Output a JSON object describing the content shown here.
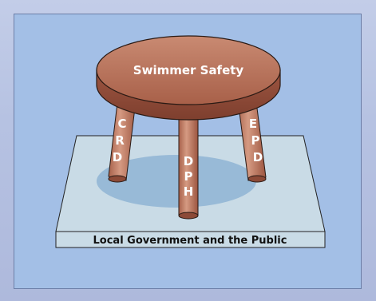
{
  "diagram": {
    "seat_label": "Swimmer Safety",
    "legs": {
      "left": [
        "C",
        "R",
        "D"
      ],
      "center": [
        "D",
        "P",
        "H"
      ],
      "right": [
        "E",
        "P",
        "D"
      ]
    },
    "base_label": "Local Government and the Public"
  },
  "colors": {
    "background_outer": "#b9c5e2",
    "panel": "#a3bfe6",
    "seat": "#b86f56",
    "leg": "#c27c63",
    "base": "#c9dbe6",
    "shadow": "#8fb4d3"
  }
}
